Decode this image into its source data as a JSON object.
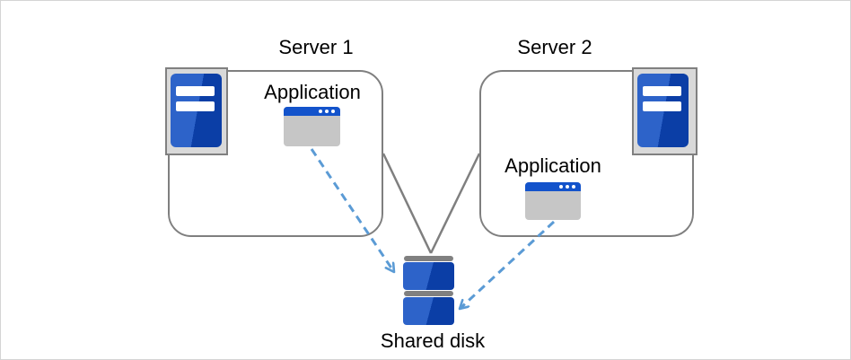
{
  "server1": {
    "title": "Server 1",
    "app_label": "Application"
  },
  "server2": {
    "title": "Server 2",
    "app_label": "Application"
  },
  "shared_disk": {
    "label": "Shared disk"
  },
  "icons": {
    "server1_icon": "server-tower-icon",
    "server2_icon": "server-tower-icon",
    "app1_icon": "app-window-icon",
    "app2_icon": "app-window-icon",
    "disk_icon": "shared-disk-stack-icon"
  },
  "colors": {
    "tower_blue_light": "#2d63c9",
    "tower_blue_dark": "#0b3ea6",
    "window_titlebar_blue": "#1353cb",
    "window_body_gray": "#c6c6c6",
    "connector_gray": "#7f7f7f",
    "icon_frame_fill": "#d9d9d9",
    "icon_frame_border": "#808080",
    "dashed_arrow_blue": "#5b9bd5",
    "canvas_border": "#d4d4d4"
  }
}
